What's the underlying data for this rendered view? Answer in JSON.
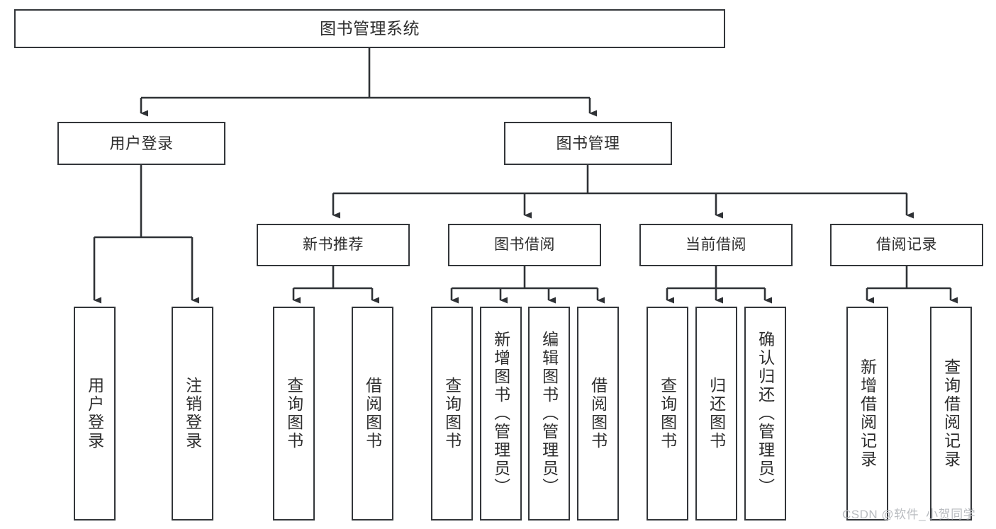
{
  "diagram": {
    "title": "图书管理系统",
    "type": "hierarchy-tree",
    "root": {
      "label": "图书管理系统"
    },
    "level1": [
      {
        "label": "用户登录"
      },
      {
        "label": "图书管理"
      }
    ],
    "level2": [
      {
        "label": "新书推荐"
      },
      {
        "label": "图书借阅"
      },
      {
        "label": "当前借阅"
      },
      {
        "label": "借阅记录"
      }
    ],
    "leaves": {
      "user_login": [
        {
          "label": "用户登录"
        },
        {
          "label": "注销登录"
        }
      ],
      "new_book_recommend": [
        {
          "label": "查询图书"
        },
        {
          "label": "借阅图书"
        }
      ],
      "book_borrow": [
        {
          "label": "查询图书"
        },
        {
          "label": "新增图书（管理员）"
        },
        {
          "label": "编辑图书（管理员）"
        },
        {
          "label": "借阅图书"
        }
      ],
      "current_borrow": [
        {
          "label": "查询图书"
        },
        {
          "label": "归还图书"
        },
        {
          "label": "确认归还（管理员）"
        }
      ],
      "borrow_record": [
        {
          "label": "新增借阅记录"
        },
        {
          "label": "查询借阅记录"
        }
      ]
    }
  },
  "watermark": {
    "text": "CSDN @软件_小贺同学"
  },
  "colors": {
    "box_border": "#33363a",
    "box_fill": "#ffffff",
    "connector": "#2f3236",
    "text": "#2d2d2d",
    "watermark": "#b9bcc0",
    "background": "#ffffff"
  }
}
